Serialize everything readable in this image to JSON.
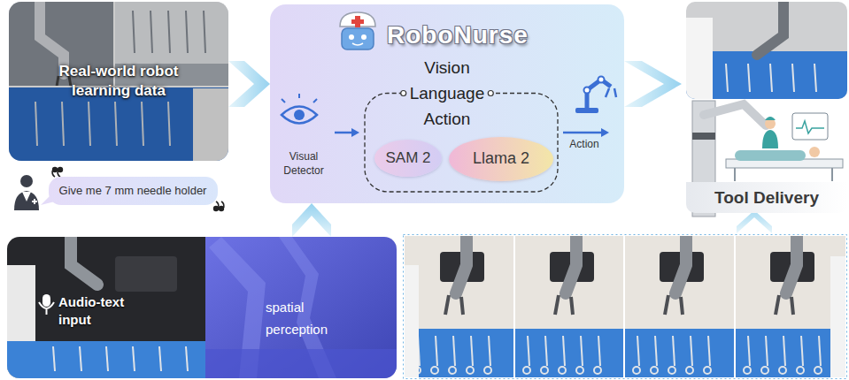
{
  "diagram": {
    "nodes": [
      {
        "text": [
          "Real-world robot learning data"
        ]
      },
      {
        "text": [
          "Give me 7 mm needle holder"
        ]
      },
      {
        "text": [
          "RoboNurse"
        ]
      },
      {
        "text": [
          "Vision",
          "Language",
          "Action"
        ],
        "in": 2
      },
      {
        "text": [
          "SAM 2"
        ],
        "in": 3
      },
      {
        "text": [
          "Llama 2"
        ],
        "in": 3
      },
      {
        "text": [
          "Tool Delivery"
        ]
      },
      {
        "text": [
          "Audio-text input"
        ]
      },
      {
        "text": [
          "spatial perception"
        ]
      }
    ],
    "edges": [
      {
        "from": 0,
        "to": 2,
        "arrow": "to"
      },
      {
        "from": 2,
        "to": 6,
        "arrow": "to"
      },
      {
        "from": 8,
        "to": 2,
        "arrow": "to"
      }
    ],
    "labels": [
      "Visual Detector",
      "Action"
    ]
  }
}
